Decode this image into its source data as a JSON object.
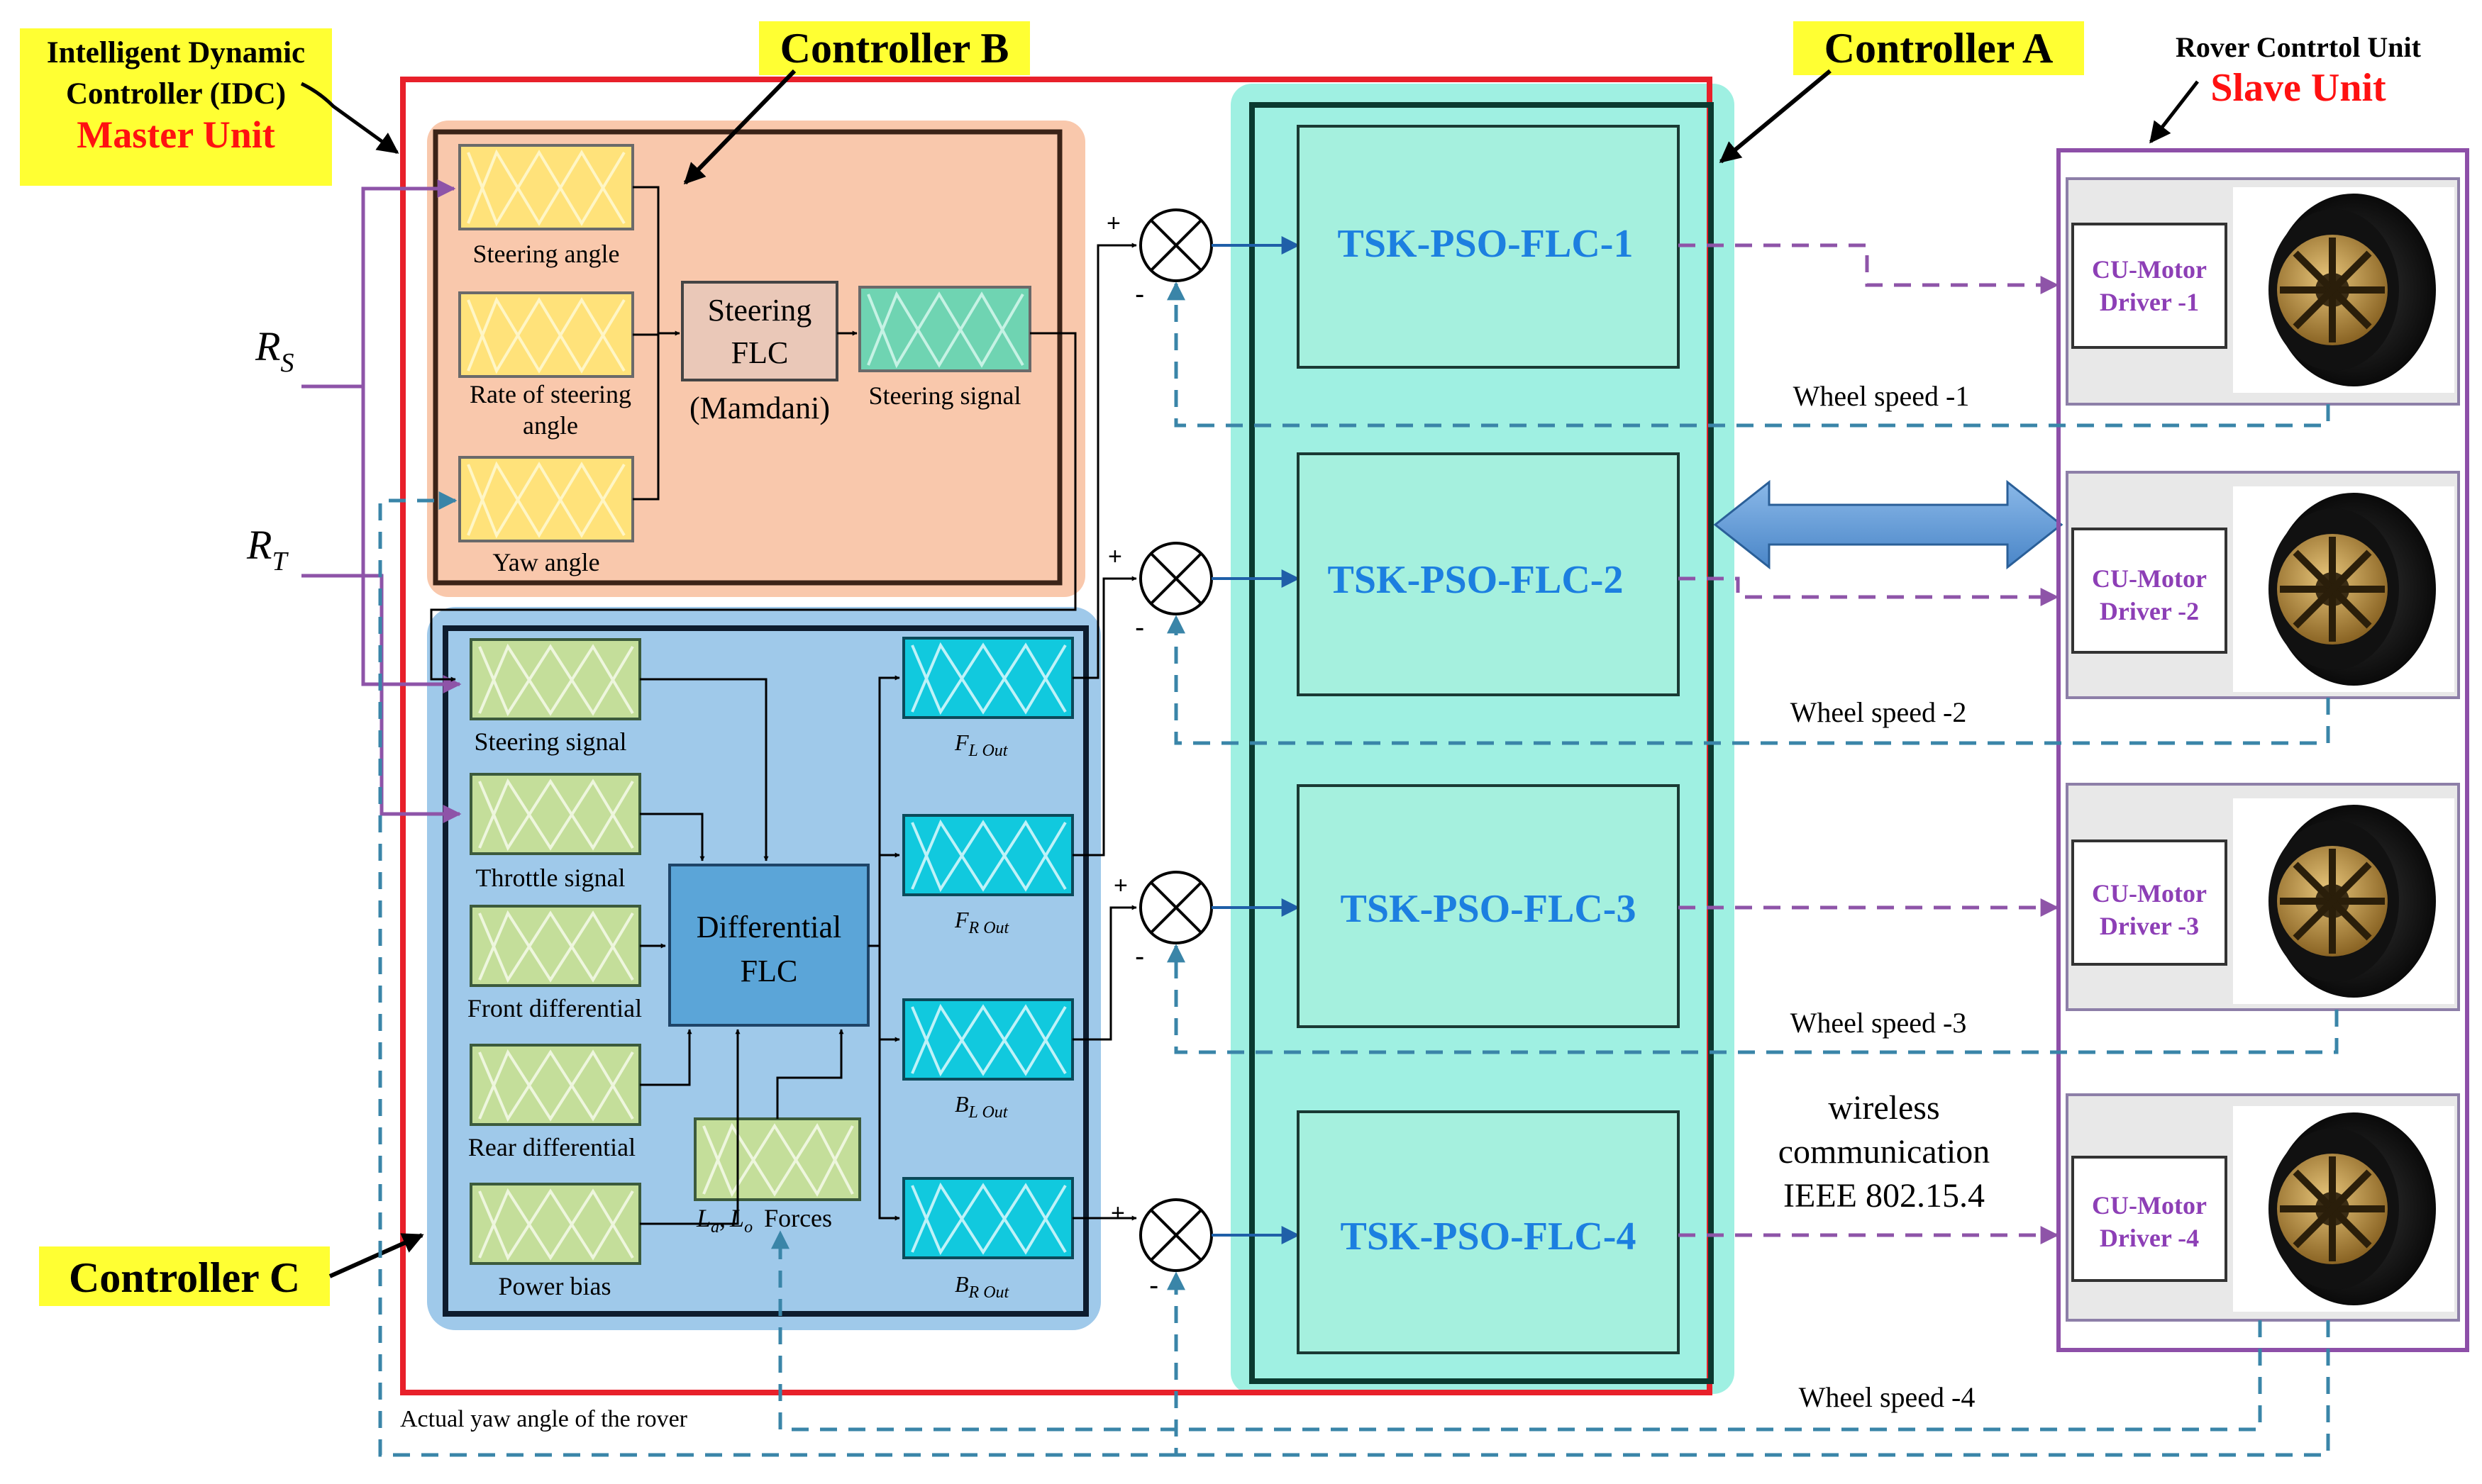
{
  "labels": {
    "idc_line1": "Intelligent Dynamic",
    "idc_line2": "Controller (IDC)",
    "master_unit": "Master Unit",
    "controller_b": "Controller B",
    "controller_a": "Controller A",
    "controller_c": "Controller C",
    "rover_unit": "Rover Contrtol Unit",
    "slave_unit": "Slave Unit",
    "rs_main": "R",
    "rs_sub": "S",
    "rt_main": "R",
    "rt_sub": "T"
  },
  "controller_b": {
    "steering_angle": "Steering angle",
    "rate_line1": "Rate of steering",
    "rate_line2": "angle",
    "yaw_angle": "Yaw angle",
    "flc_line1": "Steering",
    "flc_line2": "FLC",
    "flc_line3": "(Mamdani)",
    "steering_signal_out": "Steering signal"
  },
  "controller_c": {
    "steering_signal": "Steering signal",
    "throttle_signal": "Throttle signal",
    "front_differential": "Front differential",
    "rear_differential": "Rear differential",
    "power_bias": "Power bias",
    "forces_sym1": "L",
    "forces_sub1": "a",
    "forces_sym2": "L",
    "forces_sub2": "o",
    "forces_word": "Forces",
    "diff_line1": "Differential",
    "diff_line2": "FLC",
    "out1_main": "F",
    "out1_sub": "L Out",
    "out2_main": "F",
    "out2_sub": "R Out",
    "out3_main": "B",
    "out3_sub": "L Out",
    "out4_main": "B",
    "out4_sub": "R Out"
  },
  "controller_a": {
    "flc1": "TSK-PSO-FLC-1",
    "flc2": "TSK-PSO-FLC-2",
    "flc3": "TSK-PSO-FLC-3",
    "flc4": "TSK-PSO-FLC-4"
  },
  "slave": {
    "driver1_line1": "CU-Motor",
    "driver1_line2": "Driver -1",
    "driver2_line1": "CU-Motor",
    "driver2_line2": "Driver -2",
    "driver3_line1": "CU-Motor",
    "driver3_line2": "Driver -3",
    "driver4_line1": "CU-Motor",
    "driver4_line2": "Driver -4"
  },
  "feedback": {
    "wheel_speed_1": "Wheel speed -1",
    "wheel_speed_2": "Wheel speed -2",
    "wheel_speed_3": "Wheel speed -3",
    "wheel_speed_4": "Wheel speed -4",
    "wireless_line1": "wireless",
    "wireless_line2": "communication",
    "wireless_line3": "IEEE 802.15.4",
    "yaw_feedback": "Actual yaw angle of the rover"
  },
  "summing": {
    "plus": "+",
    "minus": "-"
  },
  "colors": {
    "master_border": "#e8202a",
    "controller_b_bg": "#f9c8ac",
    "controller_c_bg": "#9fc9ea",
    "controller_a_bg": "#9ff0e2",
    "flc_box": "#a5f0de",
    "label_yellow": "#ffff33",
    "tsk_text": "#1c7fe0",
    "slave_border": "#8d4fa8",
    "driver_text": "#8d3fb6",
    "signal_purple": "#8e54a8",
    "feedback_teal": "#3a85a8",
    "mf_yellow": "#ffe27a",
    "mf_green": "#c4de9a",
    "mf_cyan": "#11c9de",
    "mf_teal": "#6fd4b2",
    "red_text": "#ff1111"
  }
}
